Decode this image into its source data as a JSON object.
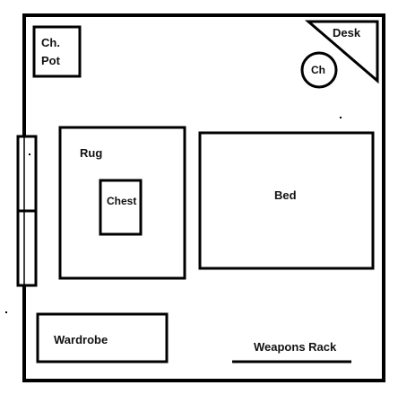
{
  "colors": {
    "line": "#000000",
    "background": "#ffffff"
  },
  "labels": {
    "chamber_pot_line1": "Ch.",
    "chamber_pot_line2": "Pot",
    "desk": "Desk",
    "chair": "Ch",
    "rug": "Rug",
    "chest": "Chest",
    "bed": "Bed",
    "wardrobe": "Wardrobe",
    "weapons_rack": "Weapons Rack"
  }
}
